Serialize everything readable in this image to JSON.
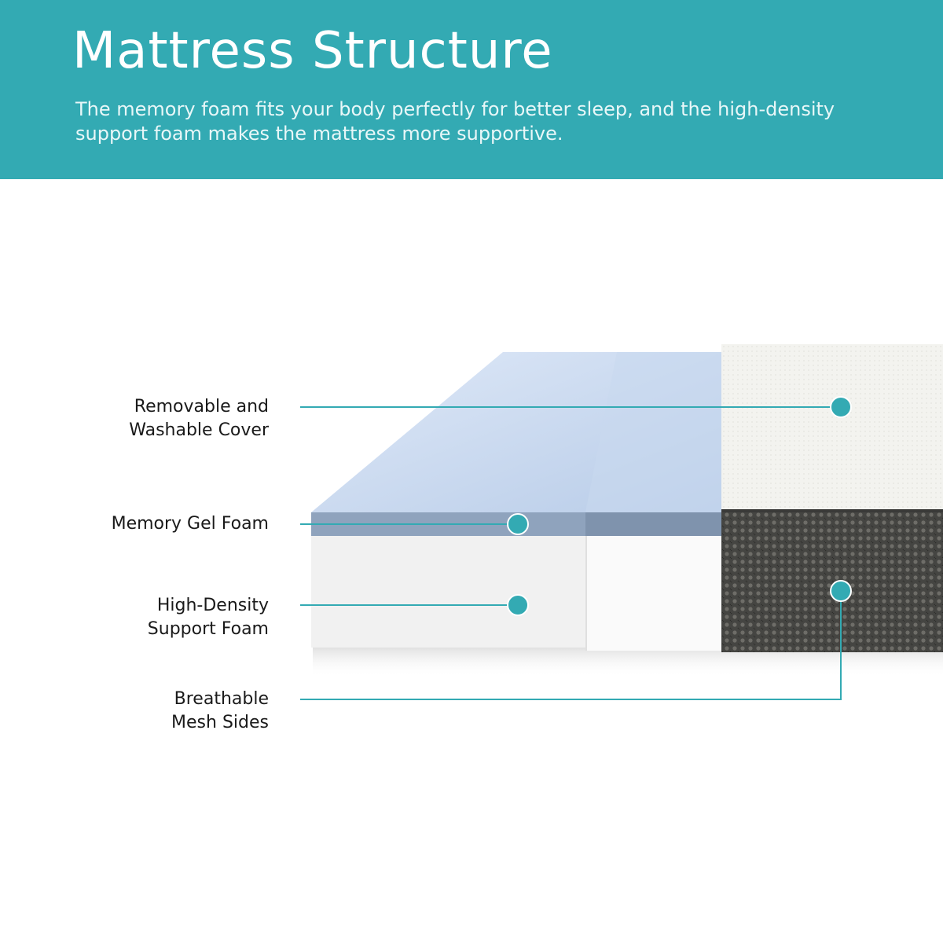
{
  "header": {
    "title": "Mattress Structure",
    "subtitle": "The memory foam fits your body perfectly for better sleep, and the high-density support foam makes the mattress more supportive."
  },
  "layers": [
    {
      "line1": "Removable and",
      "line2": "Washable Cover"
    },
    {
      "line1": "Memory Gel Foam",
      "line2": ""
    },
    {
      "line1": "High-Density",
      "line2": "Support Foam"
    },
    {
      "line1": "Breathable",
      "line2": "Mesh Sides"
    }
  ],
  "colors": {
    "accent": "#33aab3",
    "gel_layer": "#8fa3bd",
    "mesh": "#4a4a48",
    "cover": "#f2f2ee"
  }
}
